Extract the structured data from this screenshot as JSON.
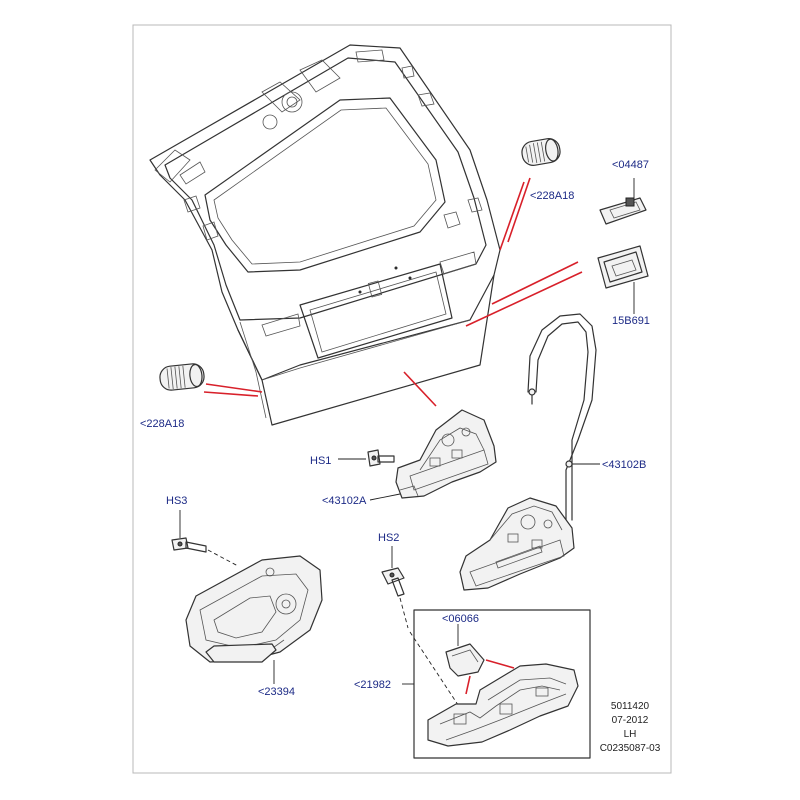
{
  "labels": {
    "badge_04487": "<04487",
    "spring_upper": "<228A18",
    "switch_15B691": "15B691",
    "spring_lower": "<228A18",
    "cable_43102B": "<43102B",
    "bolt_HS1": "HS1",
    "latch_43102A": "<43102A",
    "bolt_HS3": "HS3",
    "bolt_HS2": "HS2",
    "cap_06066": "<06066",
    "handle_21982": "<21982",
    "latch_23394": "<23394"
  },
  "meta": {
    "code": "5011420",
    "date": "07-2012",
    "side": "LH",
    "ref": "C0235087-03"
  },
  "colors": {
    "label": "#1c2a86",
    "callout": "#d8202a",
    "frame": "#b8b8b8"
  }
}
